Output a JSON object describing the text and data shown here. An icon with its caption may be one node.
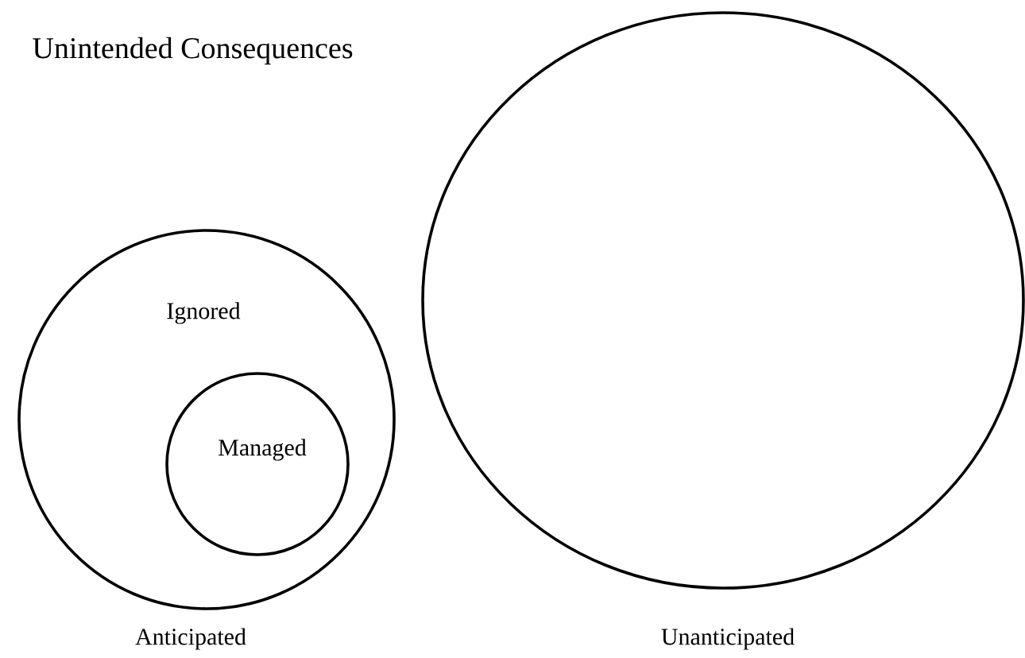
{
  "diagram": {
    "title": "Unintended Consequences",
    "nodes": [
      {
        "text": [
          "Ignored"
        ],
        "beside": [
          "Anticipated"
        ]
      },
      {
        "text": [
          "Managed"
        ],
        "in": 0
      },
      {
        "text": [],
        "shape": "circle",
        "beside": [
          "Unanticipated"
        ]
      }
    ]
  }
}
